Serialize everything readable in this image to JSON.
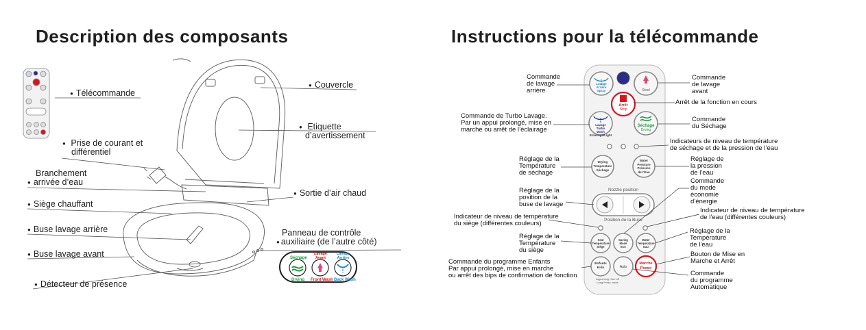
{
  "left": {
    "title": "Description des composants",
    "labels": {
      "telecommande": "Télécommande",
      "couvercle": "Couvercle",
      "etiquette1": "Etiquette",
      "etiquette2": "d’avertissement",
      "prise1": "Prise de courant et",
      "prise2": "différentiel",
      "branchement1": "Branchement",
      "branchement2": "arrivée d’eau",
      "sortie": "Sortie d’air chaud",
      "siege": "Siège chauffant",
      "buse_arriere": "Buse lavage arrière",
      "panneau1": "Panneau de contrôle",
      "panneau2": "auxiliaire (de l’autre côté)",
      "buse_avant": "Buse lavage avant",
      "detecteur": "Détecteur de présence"
    },
    "panel": {
      "sechage_top": "Séchage",
      "drying": "Drying",
      "lavage_avant_top1": "Lavage",
      "lavage_avant_top2": "Avant",
      "front_wash": "Front Wash",
      "lavage_arriere_top1": "Lavage",
      "lavage_arriere_top2": "Arrière",
      "back_wash": "Back Wash"
    }
  },
  "right": {
    "title": "Instructions pour la télécommande",
    "callouts": {
      "lavage_arriere": [
        "Commande",
        "de lavage",
        "arrière"
      ],
      "lavage_avant": [
        "Commande",
        "de lavage",
        "avant"
      ],
      "arret": [
        "Arrêt de la fonction en cours"
      ],
      "turbo": [
        "Commande de Turbo Lavage.",
        "Par un appui prolongé, mise en",
        "marche ou arrêt de l’éclairage"
      ],
      "sechage": [
        "Commande",
        "du Séchage"
      ],
      "indicateurs": [
        "Indicateurs de niveau de température",
        "de séchage et de la pression de l’eau"
      ],
      "temp_sechage": [
        "Réglage de la",
        "Température",
        "de séchage"
      ],
      "pression": [
        "Réglage de",
        "la pression",
        "de l’eau"
      ],
      "eco": [
        "Commande",
        "du mode",
        "économie",
        "d’énergie"
      ],
      "position_buse": [
        "Réglage de la",
        "position de la",
        "buse de lavage"
      ],
      "ind_eau": [
        "Indicateur de niveau de température",
        "de l’eau (différentes couleurs)"
      ],
      "ind_siege": [
        "Indicateur de niveau de température",
        "du siège (différentes couleurs)"
      ],
      "temp_siege": [
        "Réglage de la",
        "Température",
        "du siège"
      ],
      "temp_eau": [
        "Réglage de la",
        "Température",
        "de l’eau"
      ],
      "enfants": [
        "Commande du programme Enfants",
        "Par appui prolongé, mise en marche",
        "ou arrêt des bips de confirmation de fonction"
      ],
      "marche": [
        "Bouton de Mise en",
        "Marche et Arrêt"
      ],
      "auto": [
        "Commande",
        "du programme",
        "Automatique"
      ]
    },
    "remote": {
      "lavage1": "Lavage",
      "lavage2": "Arrière",
      "lavage3": "Spray",
      "stool": "Stool",
      "arret": "Arrêt",
      "stop": "Stop",
      "turbo1": "Lavage",
      "turbo2": "Turbo",
      "turbo3": "Wash",
      "turbo4": "Eclairage/Light",
      "sechage": "Séchage",
      "drying": "Drying",
      "dry1": "Drying",
      "dry2": "Temperature",
      "dry3": "Séchage",
      "wat1": "Water",
      "wat2": "Pressure",
      "wat3": "Pression",
      "wat4": "de l’Eau",
      "nozzle": "Nozzle position",
      "position": "Position de la Buse",
      "seat1": "Seat",
      "seat2": "Temperature",
      "seat3": "Siège",
      "save1": "Saving",
      "save2": "Mode",
      "save3": "Eco",
      "wt1": "Water",
      "wt2": "Temperature",
      "wt3": "Eau",
      "kids1": "Enfants",
      "kids2": "Kids",
      "auto": "Auto",
      "power1": "Marche",
      "power2": "Power",
      "bottom1": "Appui long: Son off",
      "bottom2": "Long Press: mute"
    }
  },
  "colors": {
    "red": "#d9141c",
    "green": "#1a9b3a",
    "blue": "#1e88c8",
    "pink": "#e0457b",
    "navy": "#2b2b8a"
  }
}
